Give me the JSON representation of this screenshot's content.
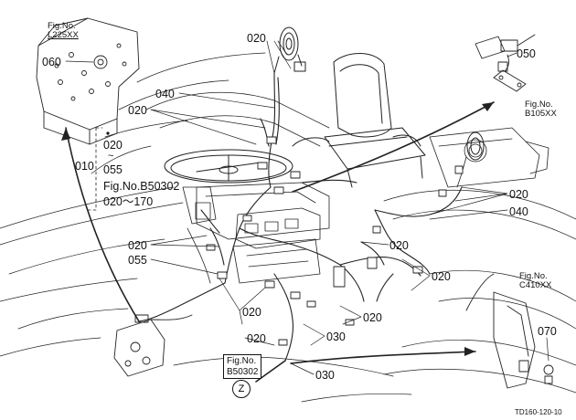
{
  "fig_refs": {
    "l225": {
      "line1": "Fig.No.",
      "line2": "L225XX"
    },
    "b105": {
      "line1": "Fig.No.",
      "line2": "B105XX"
    },
    "c410": {
      "line1": "Fig.No.",
      "line2": "C410XX"
    },
    "b50302_box": {
      "line1": "Fig.No.",
      "line2": "B50302"
    }
  },
  "range_block": {
    "item_010": "010",
    "range_start": "020",
    "tilde": "~",
    "range_end": "055",
    "fig_line": "Fig.No.B50302",
    "fig_range": "020～170"
  },
  "callouts": {
    "c060": "060",
    "c020_top": "020",
    "c040_top": "040",
    "c020_upper": "020",
    "c050": "050",
    "c020_right1": "020",
    "c040_right": "040",
    "c020_mid_left": "020",
    "c055": "055",
    "c020_mid": "020",
    "c020_right2": "020",
    "c020_lower1": "020",
    "c020_lower2": "020",
    "c020_lower3": "020",
    "c030_upper": "030",
    "c030_lower": "030",
    "c070": "070"
  },
  "marker_z": "Z",
  "doc_id": "TD160-120-10"
}
